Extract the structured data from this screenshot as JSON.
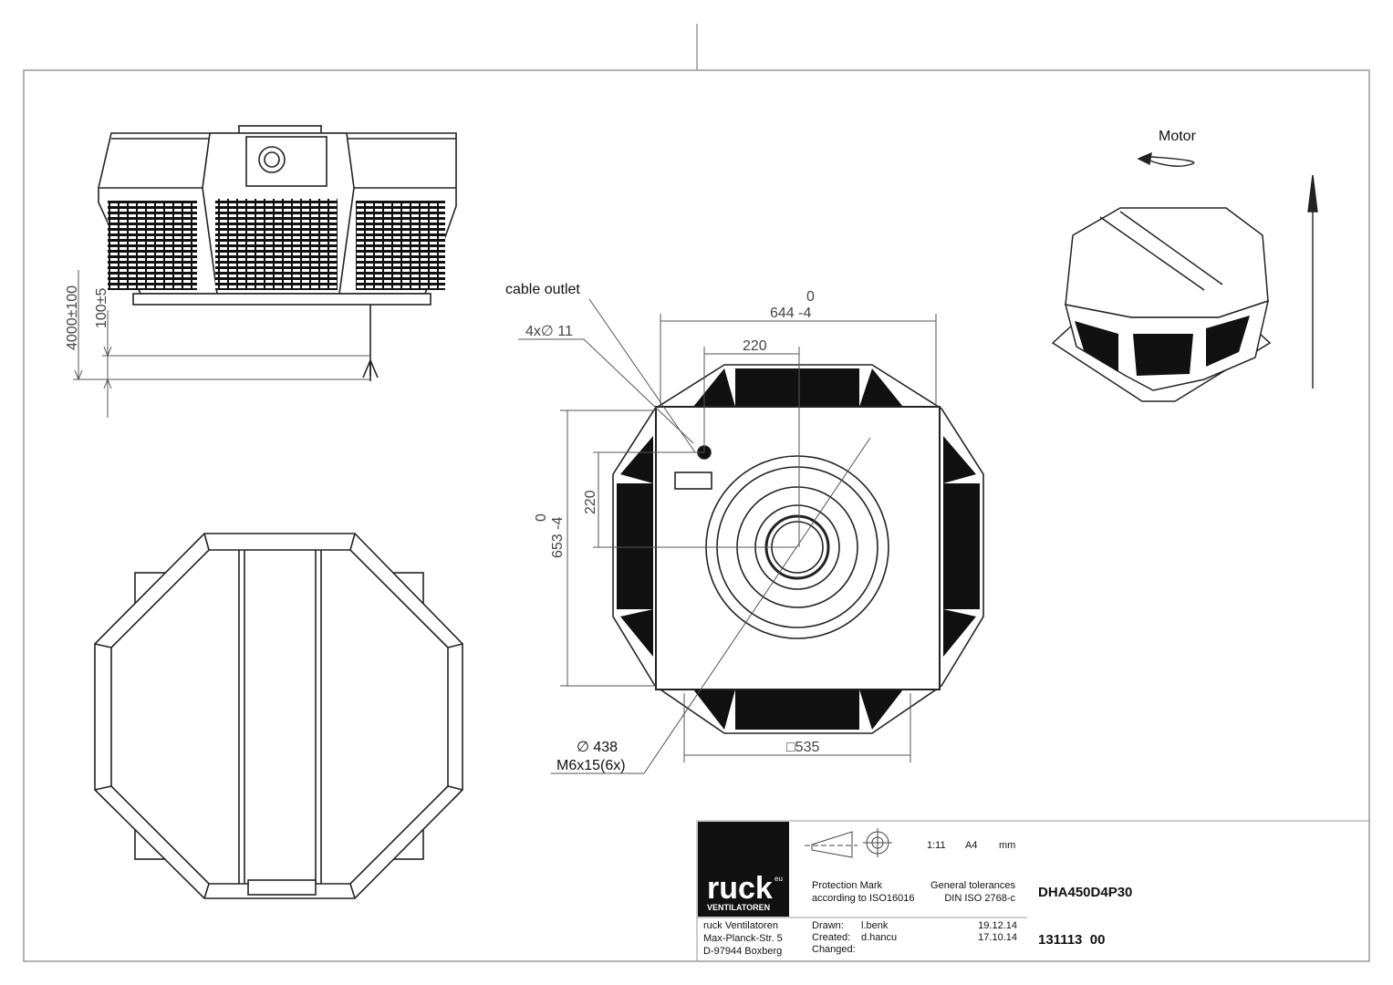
{
  "labels": {
    "motor": "Motor",
    "cable_outlet": "cable outlet",
    "holes": "4x∅ 11"
  },
  "dimensions": {
    "height_main": "4000±100",
    "height_small": "100±5",
    "width_upper": "0",
    "width_lower": "644 -4",
    "offset_x": "220",
    "offset_y": "220",
    "depth_upper": "0",
    "depth_lower": "653 -4",
    "diameter": "∅ 438",
    "screws": "M6x15(6x)",
    "square": "□535"
  },
  "title_block": {
    "logo_text": "ruck",
    "logo_superscript": "eu",
    "logo_subtitle": "VENTILATOREN",
    "company_name": "ruck Ventilatoren",
    "street": "Max-Planck-Str. 5",
    "city": "D-97944 Boxberg",
    "scale": "1:11",
    "paper": "A4",
    "unit": "mm",
    "protection_mark": "Protection Mark",
    "protection_std": "according to ISO16016",
    "tolerances": "General tolerances",
    "tolerances_std": "DIN ISO 2768-c",
    "drawn_label": "Drawn:",
    "drawn_by": "l.benk",
    "drawn_date": "19.12.14",
    "created_label": "Created:",
    "created_by": "d.hancu",
    "created_date": "17.10.14",
    "changed_label": "Changed:",
    "model": "DHA450D4P30",
    "drawing_number": "131113  00"
  },
  "colors": {
    "line": "#222222",
    "frame": "#999999",
    "fill": "#111111",
    "dim": "#555555"
  }
}
